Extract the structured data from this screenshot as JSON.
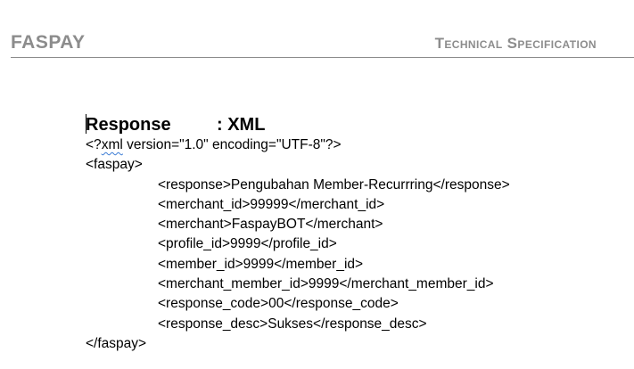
{
  "header": {
    "brand": "FASPAY",
    "doc_title": "Technical Specification"
  },
  "section": {
    "label": "Response",
    "value": ": XML"
  },
  "xml": {
    "decl_prefix": "<?",
    "decl_squiggle": "xml",
    "decl_rest": " version=\"1.0\" encoding=\"UTF-8\"?>",
    "open": "<faspay>",
    "lines": [
      "<response>Pengubahan Member-Recurrring</response>",
      "<merchant_id>99999</merchant_id>",
      "<merchant>FaspayBOT</merchant>",
      "<profile_id>9999</profile_id>",
      "<member_id>9999</member_id>",
      "<merchant_member_id>9999</merchant_member_id>",
      "<response_code>00</response_code>",
      "<response_desc>Sukses</response_desc>"
    ],
    "close": "</faspay>"
  }
}
